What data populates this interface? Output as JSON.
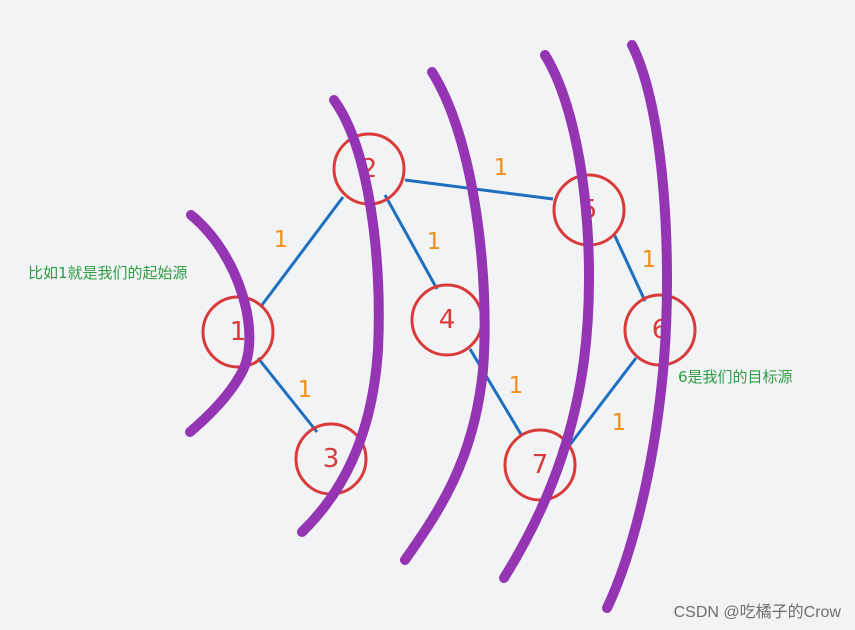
{
  "nodes": [
    {
      "id": "1",
      "label": "1"
    },
    {
      "id": "2",
      "label": "2"
    },
    {
      "id": "3",
      "label": "3"
    },
    {
      "id": "4",
      "label": "4"
    },
    {
      "id": "5",
      "label": "5"
    },
    {
      "id": "6",
      "label": "6"
    },
    {
      "id": "7",
      "label": "7"
    }
  ],
  "edges": [
    {
      "from": "1",
      "to": "2",
      "weight": "1"
    },
    {
      "from": "1",
      "to": "3",
      "weight": "1"
    },
    {
      "from": "2",
      "to": "4",
      "weight": "1"
    },
    {
      "from": "2",
      "to": "5",
      "weight": "1"
    },
    {
      "from": "4",
      "to": "7",
      "weight": "1"
    },
    {
      "from": "5",
      "to": "6",
      "weight": "1"
    },
    {
      "from": "7",
      "to": "6",
      "weight": "1"
    }
  ],
  "annotations": {
    "source_note": "比如1就是我们的起始源",
    "target_note": "6是我们的目标源"
  },
  "watermark": "CSDN @吃橘子的Crow",
  "colors": {
    "node_stroke": "#d93a3a",
    "node_label": "#d93a3a",
    "edge": "#1f6fc0",
    "weight_label": "#f0901a",
    "layer_curve": "#9535b3",
    "note_text": "#2e9d44"
  }
}
